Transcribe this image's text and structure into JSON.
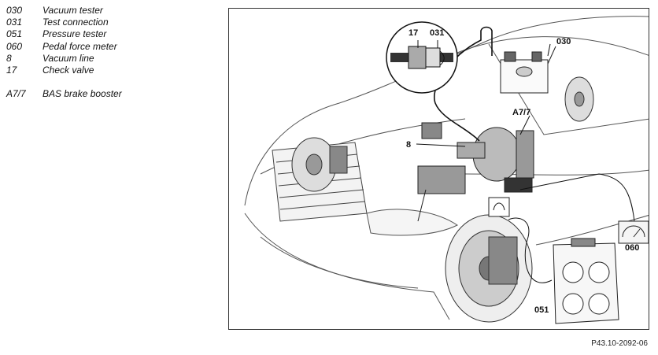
{
  "legend": {
    "items": [
      {
        "code": "030",
        "label": "Vacuum tester"
      },
      {
        "code": "031",
        "label": "Test connection"
      },
      {
        "code": "051",
        "label": "Pressure tester"
      },
      {
        "code": "060",
        "label": "Pedal force meter"
      },
      {
        "code": "8",
        "label": "Vacuum line"
      },
      {
        "code": "17",
        "label": "Check valve"
      }
    ],
    "extra": {
      "code": "A7/7",
      "label": "BAS brake booster"
    }
  },
  "diagram": {
    "callouts": {
      "c17": "17",
      "c031": "031",
      "c030": "030",
      "a77": "A7/7",
      "c8": "8",
      "c060": "060",
      "c051": "051"
    }
  },
  "reference": "P43.10-2092-06"
}
